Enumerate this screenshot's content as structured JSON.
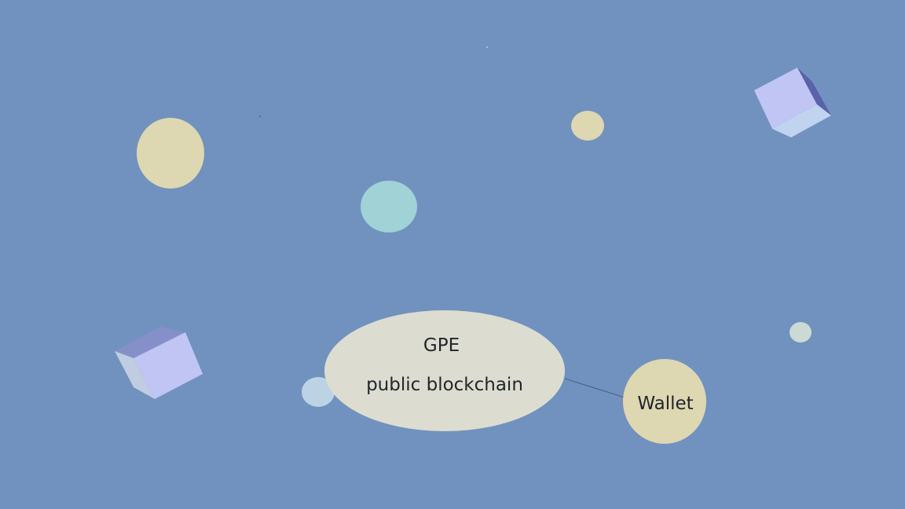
{
  "theme": {
    "background": "#7192bf",
    "main_node_fill": "#dcddd0",
    "wallet_node_fill": "#ddd7b2",
    "connector_color": "#3d5375",
    "text_color": "#22252c"
  },
  "main_node": {
    "title": "GPE",
    "subtitle": "public blockchain"
  },
  "wallet_node": {
    "label": "Wallet"
  },
  "decorations": {
    "circle_colors": [
      "#ddd8b2",
      "#a0d2d6",
      "#ddd8b2",
      "#bcd3e6",
      "#cbdad4"
    ],
    "cube_colors": {
      "face": "#c0c5f3",
      "top": "#8690c8",
      "dark": "#5a62aa",
      "light": "#c0d4ef"
    }
  }
}
